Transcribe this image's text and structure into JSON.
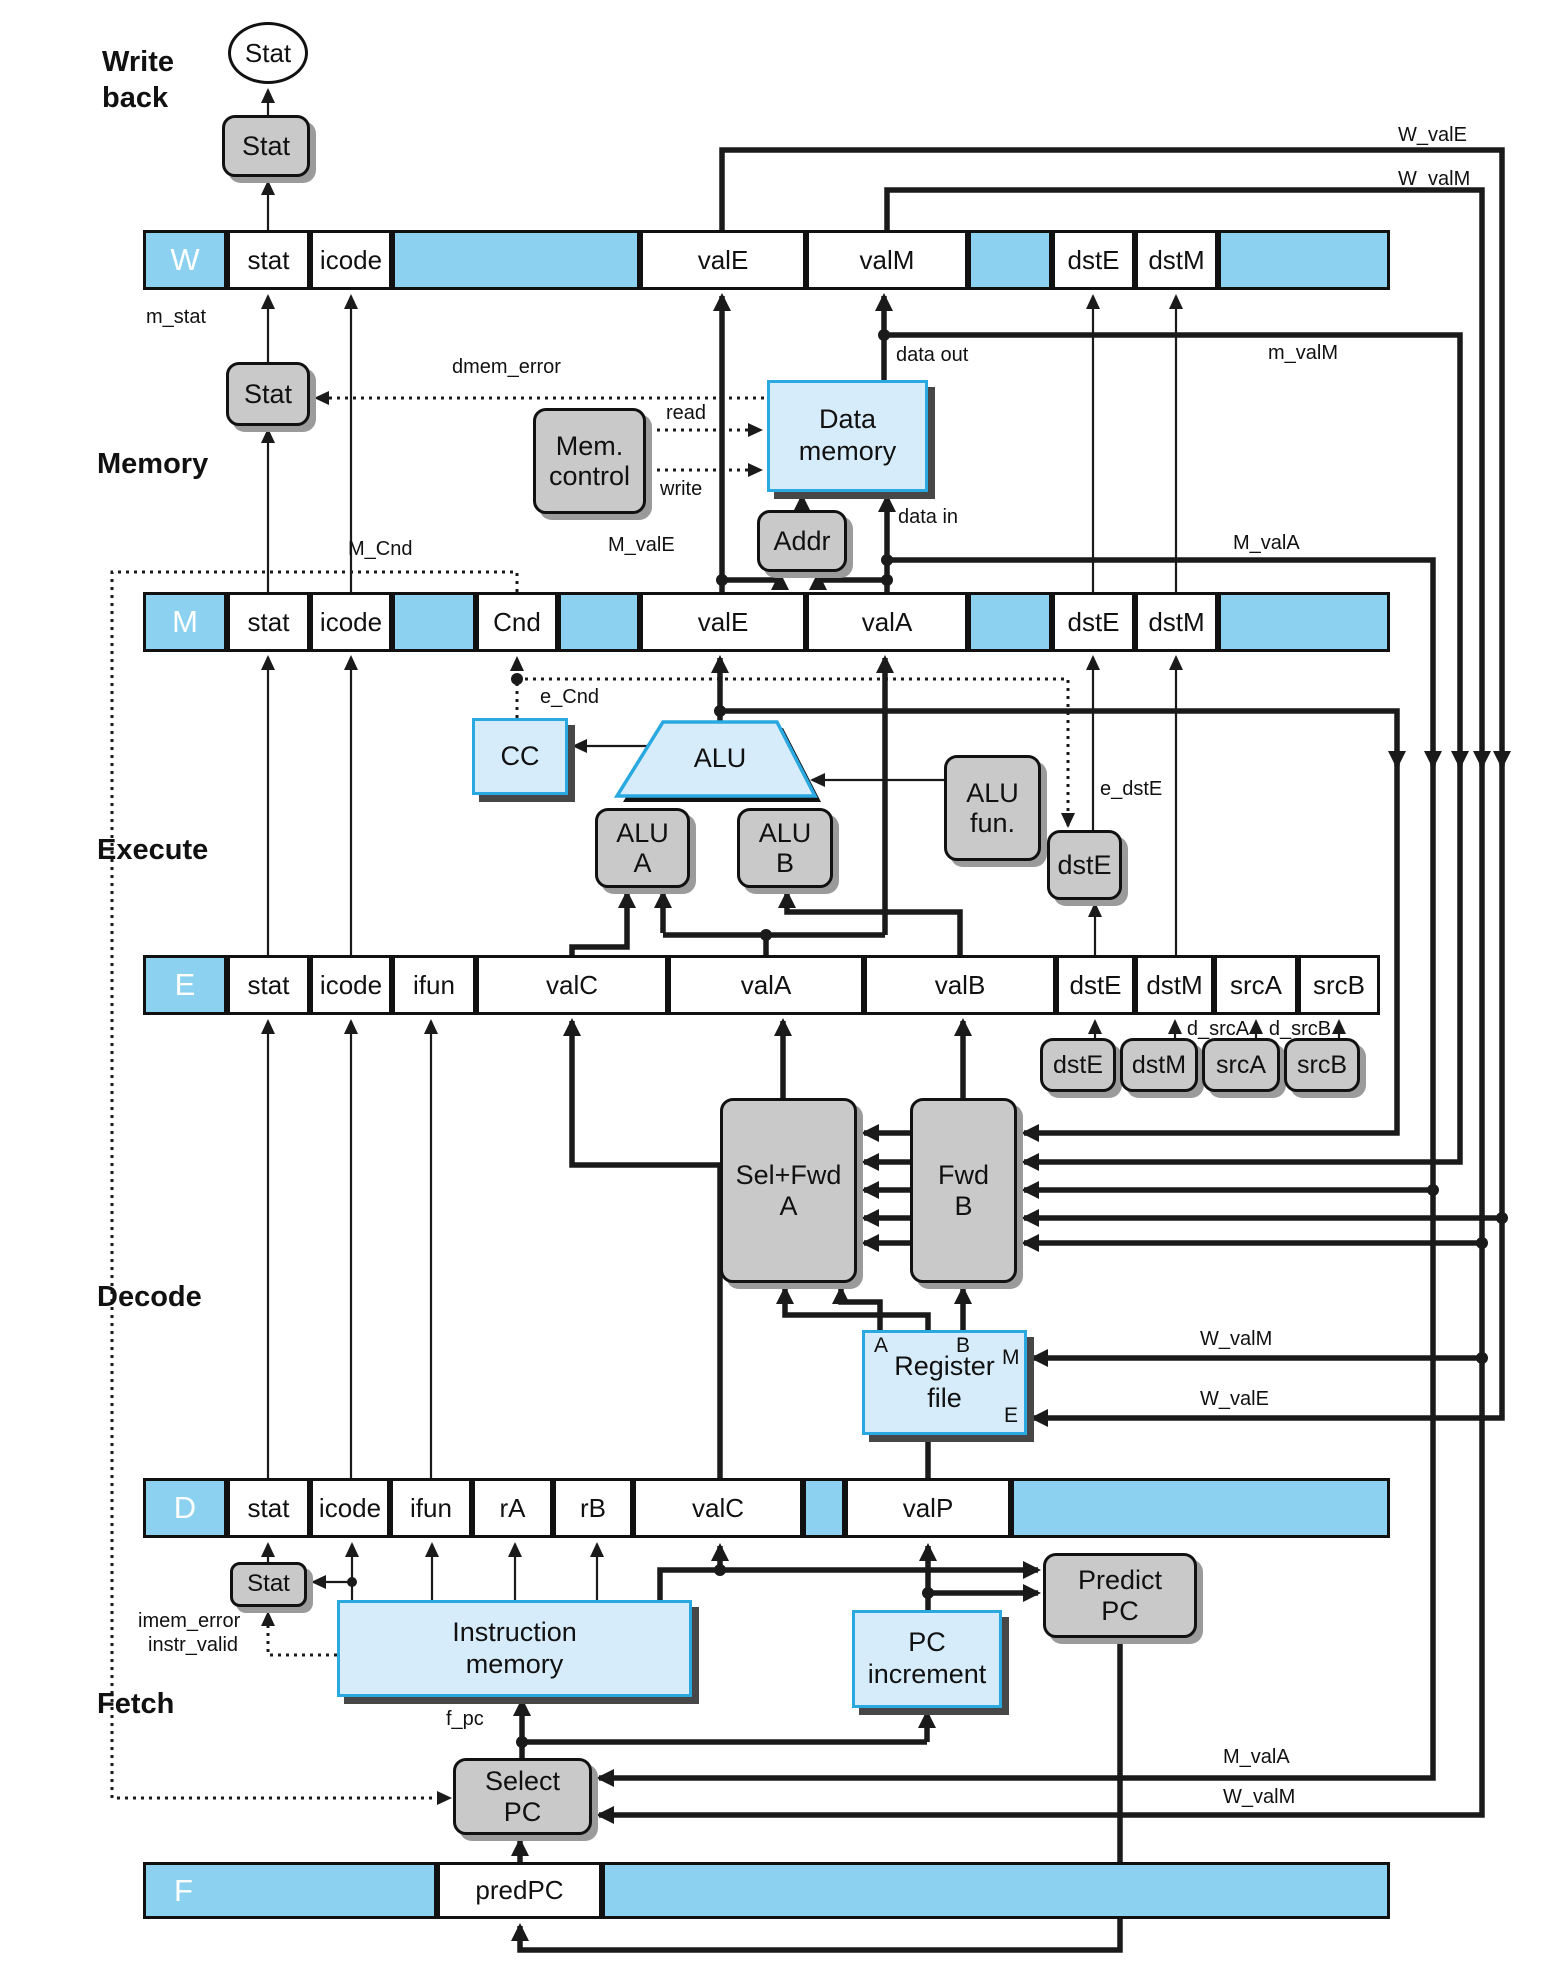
{
  "title": "PIPE pipelined processor hardware structure",
  "stages": {
    "writeback": "Write\nback",
    "memory": "Memory",
    "execute": "Execute",
    "decode": "Decode",
    "fetch": "Fetch"
  },
  "rows": {
    "w": {
      "letter": "W",
      "stat": "stat",
      "icode": "icode",
      "valE": "valE",
      "valM": "valM",
      "dstE": "dstE",
      "dstM": "dstM"
    },
    "m": {
      "letter": "M",
      "stat": "stat",
      "icode": "icode",
      "cnd": "Cnd",
      "valE": "valE",
      "valA": "valA",
      "dstE": "dstE",
      "dstM": "dstM"
    },
    "e": {
      "letter": "E",
      "stat": "stat",
      "icode": "icode",
      "ifun": "ifun",
      "valC": "valC",
      "valA": "valA",
      "valB": "valB",
      "dstE": "dstE",
      "dstM": "dstM",
      "srcA": "srcA",
      "srcB": "srcB"
    },
    "d": {
      "letter": "D",
      "stat": "stat",
      "icode": "icode",
      "ifun": "ifun",
      "rA": "rA",
      "rB": "rB",
      "valC": "valC",
      "valP": "valP"
    },
    "f": {
      "letter": "F",
      "predPC": "predPC"
    }
  },
  "units": {
    "stat_circle": "Stat",
    "wb_stat": "Stat",
    "mem_stat": "Stat",
    "mem_control1": "Mem.",
    "mem_control2": "control",
    "data_memory1": "Data",
    "data_memory2": "memory",
    "addr": "Addr",
    "cc": "CC",
    "alu": "ALU",
    "alu_fun1": "ALU",
    "alu_fun2": "fun.",
    "alu_a1": "ALU",
    "alu_a2": "A",
    "alu_b1": "ALU",
    "alu_b2": "B",
    "exec_dstE": "dstE",
    "dec_dstE": "dstE",
    "dec_dstM": "dstM",
    "dec_srcA": "srcA",
    "dec_srcB": "srcB",
    "sel_fwd1": "Sel+Fwd",
    "sel_fwd2": "A",
    "fwd1": "Fwd",
    "fwd2": "B",
    "regfile1": "Register",
    "regfile2": "file",
    "instr_mem1": "Instruction",
    "instr_mem2": "memory",
    "pc_inc1": "PC",
    "pc_inc2": "increment",
    "predict1": "Predict",
    "predict2": "PC",
    "select1": "Select",
    "select2": "PC",
    "fetch_stat": "Stat"
  },
  "ports": {
    "a": "A",
    "b": "B",
    "m": "M",
    "e": "E"
  },
  "signals": {
    "w_valE": "W_valE",
    "w_valM": "W_valM",
    "m_stat": "m_stat",
    "dmem_error": "dmem_error",
    "data_out": "data out",
    "m_valM": "m_valM",
    "read": "read",
    "write": "write",
    "data_in": "data in",
    "m_cnd": "M_Cnd",
    "m_valE": "M_valE",
    "m_valA_top": "M_valA",
    "e_cnd": "e_Cnd",
    "e_dstE": "e_dstE",
    "d_srcA": "d_srcA",
    "d_srcB": "d_srcB",
    "rf_w_valM": "W_valM",
    "rf_w_valE": "W_valE",
    "imem_error": "imem_error",
    "instr_valid": "instr_valid",
    "f_pc": "f_pc",
    "sel_m_valA": "M_valA",
    "sel_w_valM": "W_valM"
  },
  "colors": {
    "register_blue": "#8CD2F0",
    "unit_blue_fill": "#D6ECFA",
    "unit_blue_border": "#2AA8E0",
    "unit_gray": "#C9C9C9",
    "line": "#1A1A1A"
  }
}
